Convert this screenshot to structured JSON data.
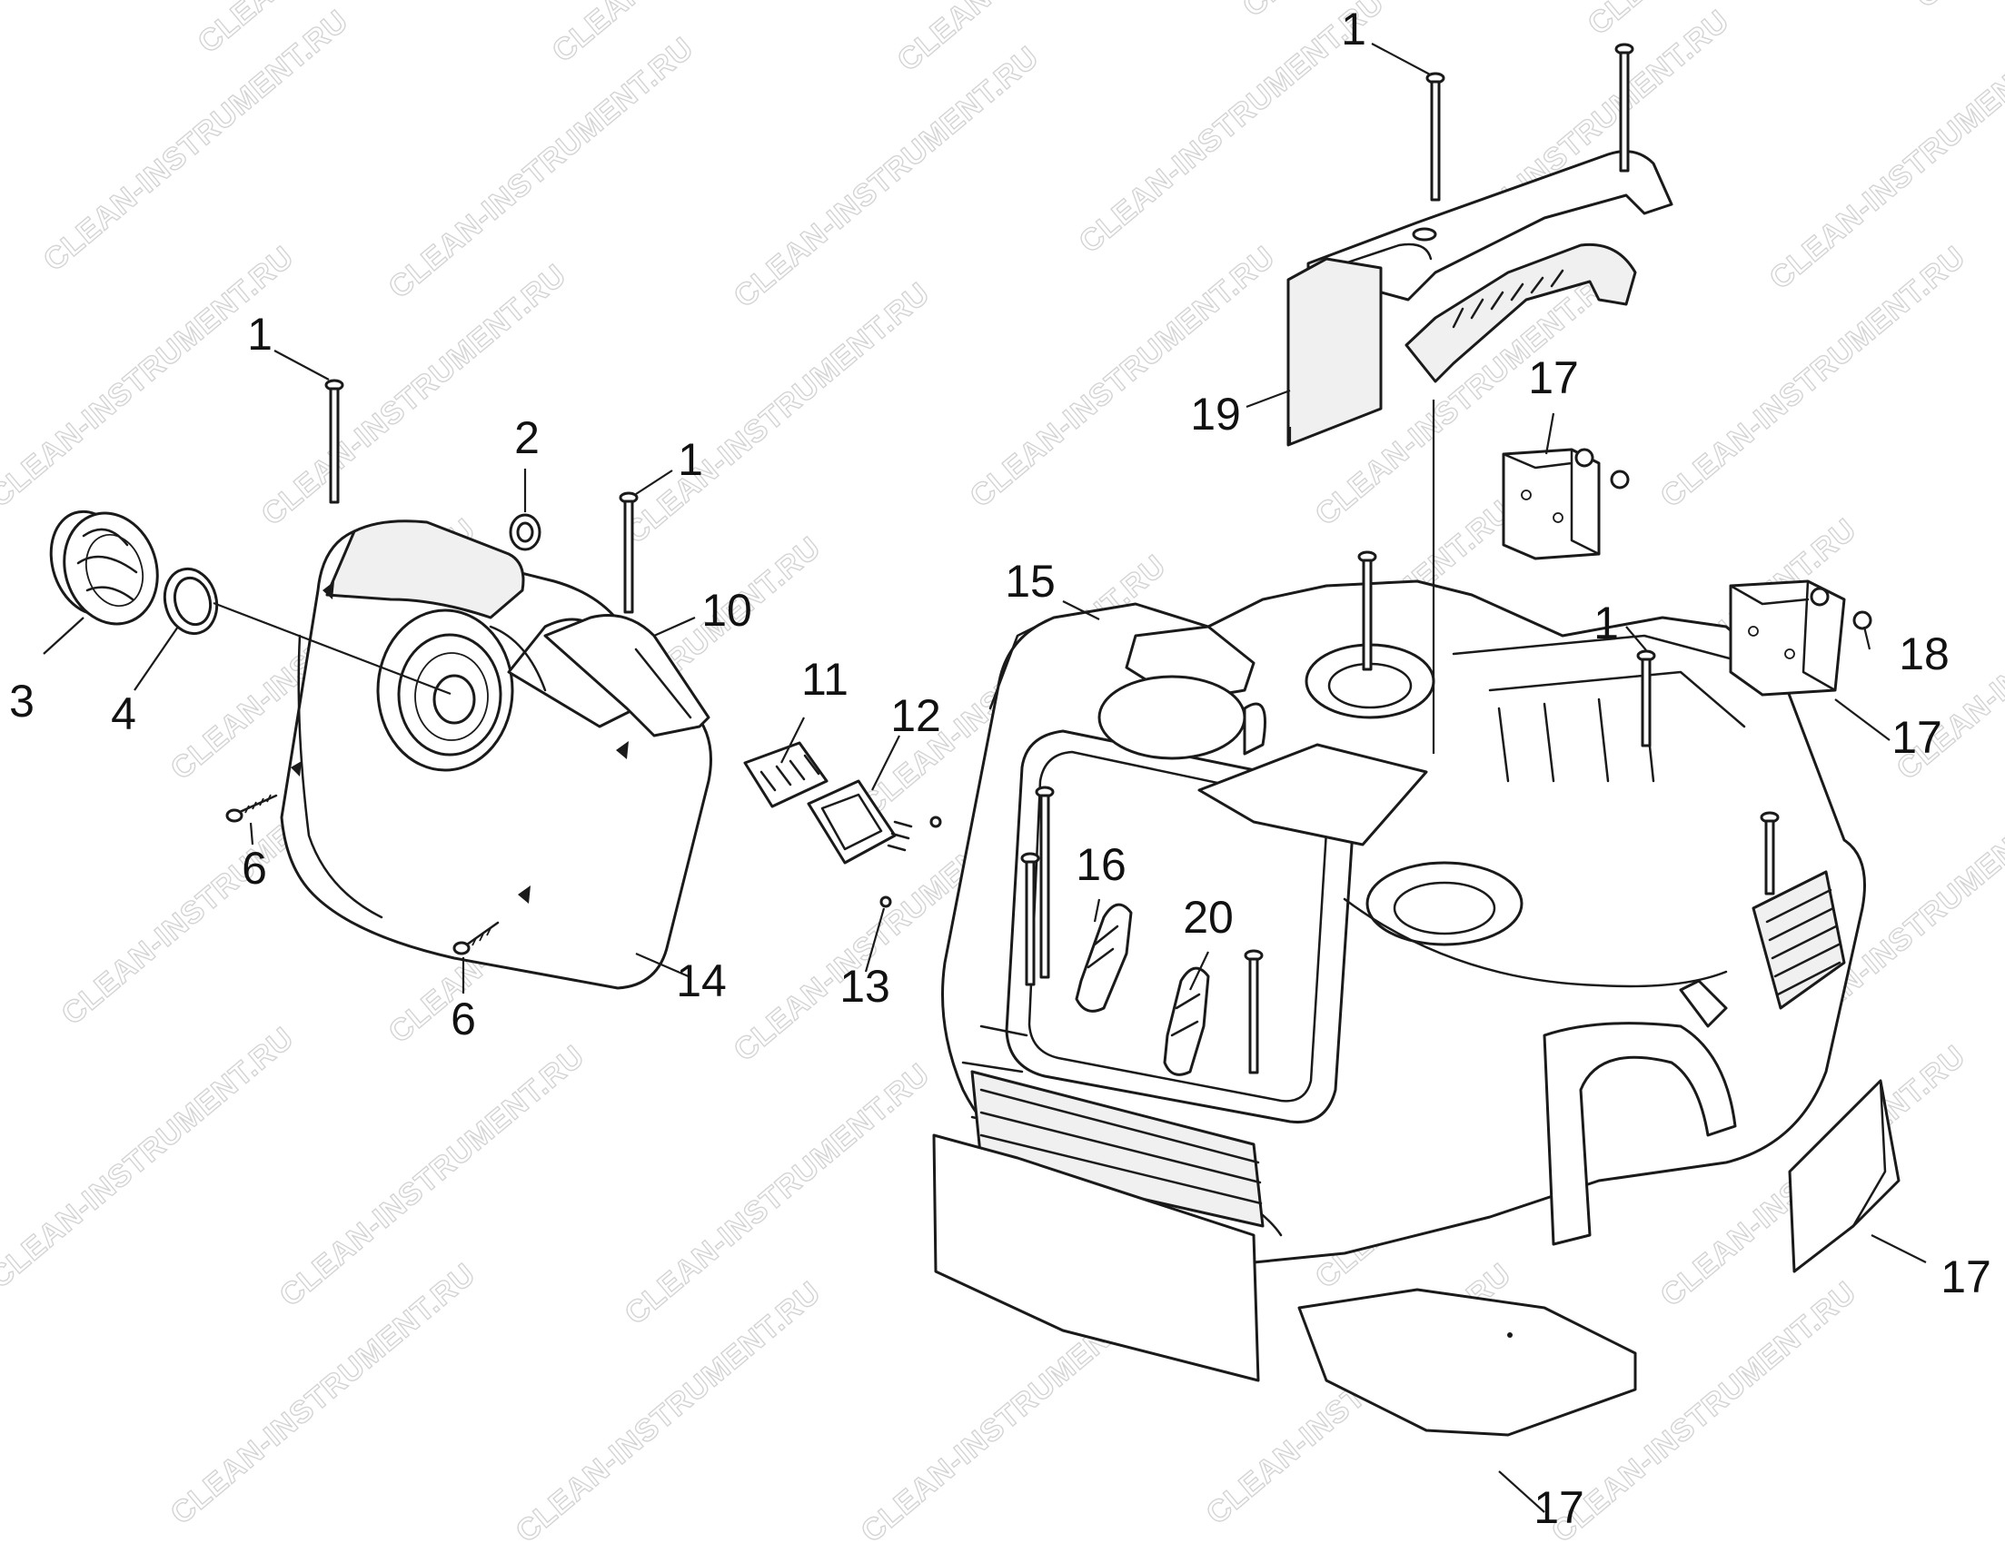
{
  "watermark": "CLEAN-INSTRUMENT.RU",
  "labels": {
    "l1a": "1",
    "l1b": "1",
    "l1c": "1",
    "l1d": "1",
    "l2": "2",
    "l3": "3",
    "l4": "4",
    "l6a": "6",
    "l6b": "6",
    "l10": "10",
    "l11": "11",
    "l12": "12",
    "l13": "13",
    "l14": "14",
    "l15": "15",
    "l16": "16",
    "l17a": "17",
    "l17b": "17",
    "l17c": "17",
    "l17d": "17",
    "l18": "18",
    "l19": "19",
    "l20": "20"
  }
}
